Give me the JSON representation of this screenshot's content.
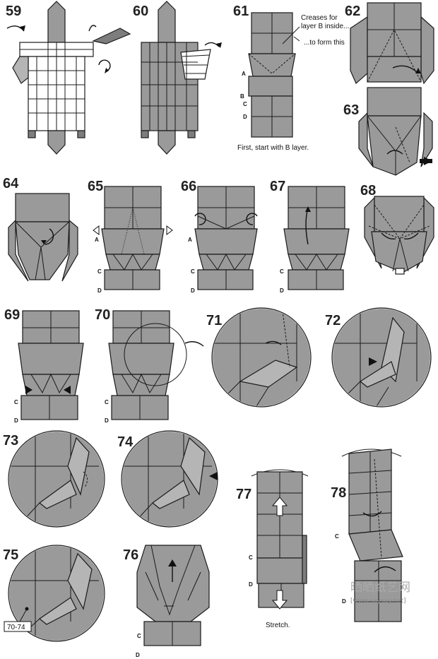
{
  "steps": {
    "s59": "59",
    "s60": "60",
    "s61": "61",
    "s62": "62",
    "s63": "63",
    "s64": "64",
    "s65": "65",
    "s66": "66",
    "s67": "67",
    "s68": "68",
    "s69": "69",
    "s70": "70",
    "s71": "71",
    "s72": "72",
    "s73": "73",
    "s74": "74",
    "s75": "75",
    "s76": "76",
    "s77": "77",
    "s78": "78"
  },
  "notes": {
    "creases_line1": "Creases for",
    "creases_line2": "layer B inside...",
    "to_form": "...to form this",
    "first_start": "First, start with B layer.",
    "stretch": "Stretch.",
    "ref_70_74": "70-74"
  },
  "layer_labels": {
    "a": "A",
    "b": "B",
    "c": "C",
    "d": "D"
  },
  "watermark": {
    "chinese": "晒晒纸艺网",
    "url": "[www.saysay.net]"
  },
  "colors": {
    "paper": "#9a9a9a",
    "paper_light": "#b5b5b5",
    "paper_dark": "#7d7d7d",
    "line": "#1a1a1a",
    "background": "#ffffff"
  }
}
